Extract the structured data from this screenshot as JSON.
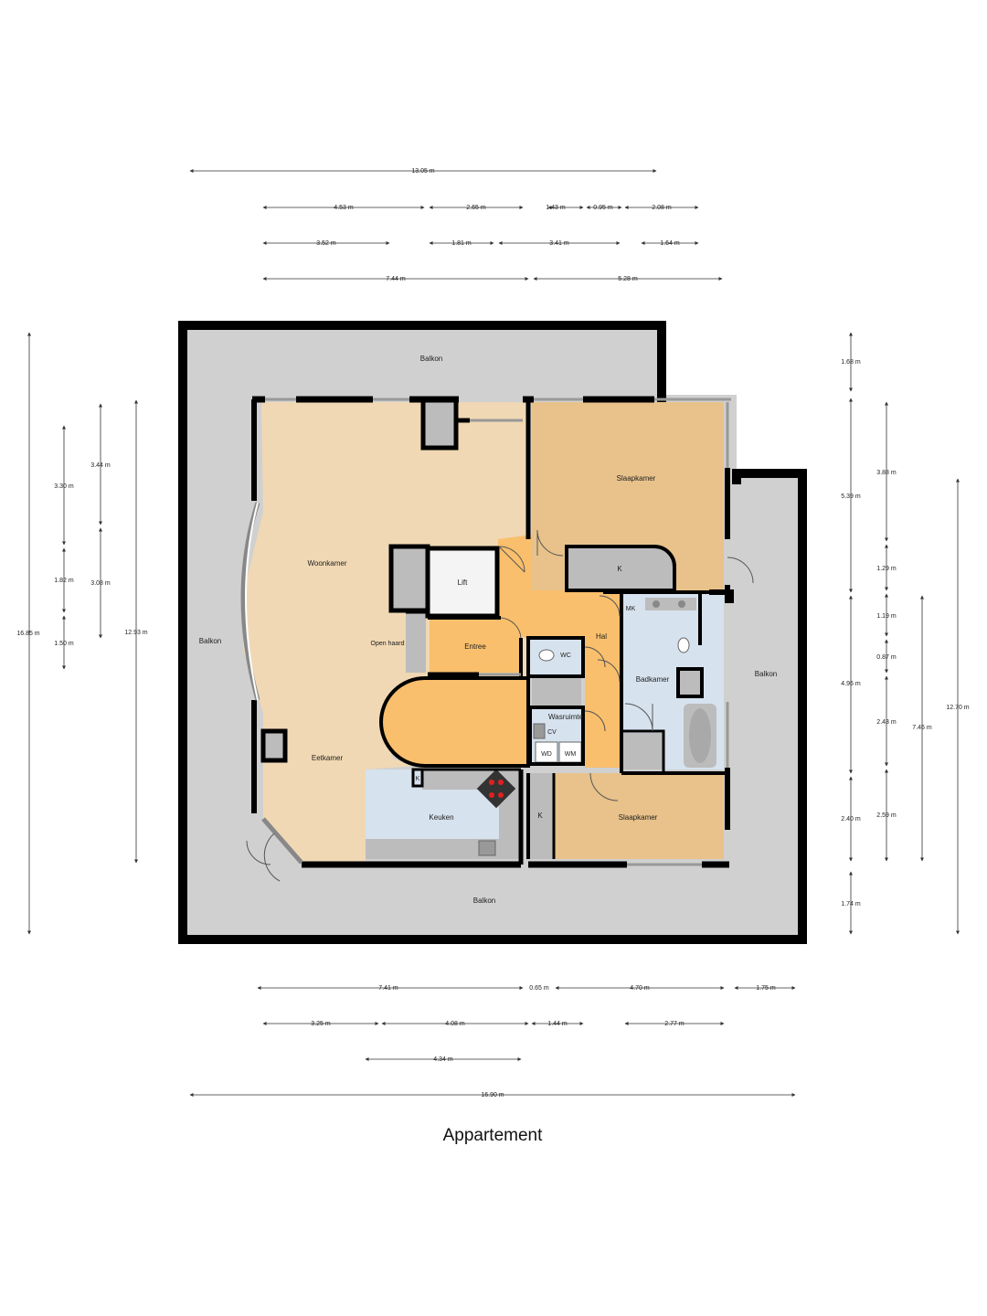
{
  "title": "Appartement",
  "rooms": {
    "balkon_top": "Balkon",
    "balkon_left": "Balkon",
    "balkon_right": "Balkon",
    "balkon_bottom": "Balkon",
    "woonkamer": "Woonkamer",
    "eetkamer": "Eetkamer",
    "open_haard": "Open haard",
    "lift": "Lift",
    "entree": "Entree",
    "hal": "Hal",
    "wc": "WC",
    "mk": "MK",
    "badkamer": "Badkamer",
    "wasruimte": "Wasruimte",
    "cv": "CV",
    "wd": "WD",
    "wm": "WM",
    "keuken": "Keuken",
    "k_kitchen": "K",
    "k_slaap1": "K",
    "k_slaap2": "K",
    "slaapkamer1": "Slaapkamer",
    "slaapkamer2": "Slaapkamer"
  },
  "dimensions": {
    "top_total": "13.05 m",
    "top_r1": [
      "4.53 m",
      "2.65 m",
      "1.43 m",
      "0.95 m",
      "2.08 m"
    ],
    "top_r2": [
      "3.52 m",
      "1.81 m",
      "3.41 m",
      "1.64 m"
    ],
    "top_r3": [
      "7.44 m",
      "5.28 m"
    ],
    "bottom_r1": [
      "7.41 m",
      "0.65 m",
      "4.70 m",
      "1.75 m"
    ],
    "bottom_r2": [
      "3.25 m",
      "4.08 m",
      "1.44 m",
      "2.77 m"
    ],
    "bottom_r3": "4.34 m",
    "bottom_total": "16.90 m",
    "left_outer": "16.85 m",
    "left_a": [
      "3.30 m",
      "1.82 m",
      "1.50 m"
    ],
    "left_b": [
      "3.44 m",
      "3.08 m"
    ],
    "left_c": "12.93 m",
    "right_a": [
      "1.68 m",
      "5.39 m",
      "4.96 m",
      "2.40 m",
      "1.74 m"
    ],
    "right_b": [
      "3.88 m",
      "1.29 m",
      "1.19 m",
      "0.87 m",
      "2.43 m",
      "2.59 m"
    ],
    "right_c": "7.46 m",
    "right_outer": "12.70 m"
  },
  "colors": {
    "balcony": "#d0d0d0",
    "wall": "#000000",
    "living": "#f0d8b4",
    "hall": "#f9bf6c",
    "bedroom": "#e8c28a",
    "bath": "#d6e2ee",
    "storage": "#bcbcbc"
  }
}
